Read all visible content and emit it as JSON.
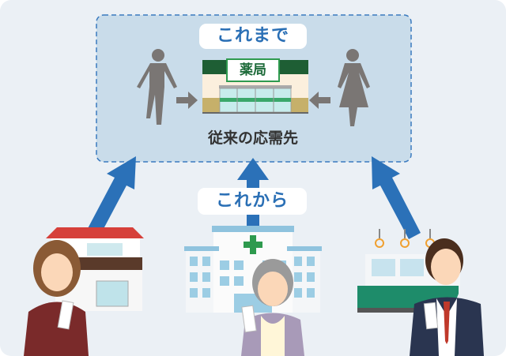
{
  "labels": {
    "before": "これまで",
    "after": "これから",
    "pharmacy_sign": "薬局",
    "caption": "従来の応需先"
  },
  "colors": {
    "accent_blue": "#2b71b8",
    "box_fill": "#c9dcea",
    "pharmacy_green": "#1e5e34"
  }
}
